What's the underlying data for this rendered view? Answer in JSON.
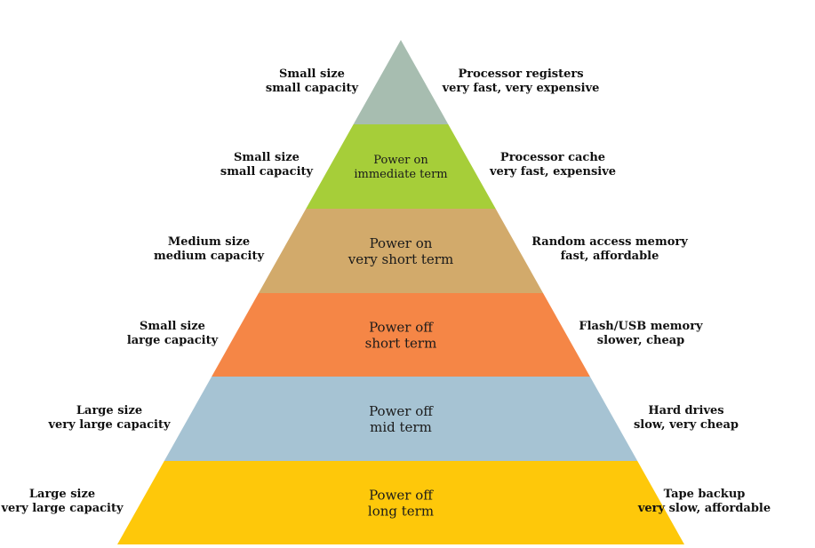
{
  "tiers": [
    {
      "name": "apex",
      "fill": "#a7bdb0",
      "line1": "",
      "line2": "",
      "left": {
        "line1": "Small size",
        "line2": "small capacity"
      },
      "right": {
        "line1": "Processor registers",
        "line2": "very fast, very expensive"
      }
    },
    {
      "name": "immediate",
      "fill": "#a6ce39",
      "line1": "Power on",
      "line2": "immediate term",
      "left": {
        "line1": "Small size",
        "line2": "small capacity"
      },
      "right": {
        "line1": "Processor cache",
        "line2": "very fast, expensive"
      }
    },
    {
      "name": "very-short",
      "fill": "#d2aa6b",
      "line1": "Power on",
      "line2": "very short term",
      "left": {
        "line1": "Medium size",
        "line2": "medium capacity"
      },
      "right": {
        "line1": "Random access memory",
        "line2": "fast, affordable"
      }
    },
    {
      "name": "short",
      "fill": "#f58646",
      "line1": "Power off",
      "line2": "short term",
      "left": {
        "line1": "Small size",
        "line2": "large capacity"
      },
      "right": {
        "line1": "Flash/USB memory",
        "line2": "slower, cheap"
      }
    },
    {
      "name": "mid",
      "fill": "#a6c3d3",
      "line1": "Power off",
      "line2": "mid term",
      "left": {
        "line1": "Large size",
        "line2": "very large capacity"
      },
      "right": {
        "line1": "Hard drives",
        "line2": "slow, very cheap"
      }
    },
    {
      "name": "long",
      "fill": "#fec80a",
      "line1": "Power off",
      "line2": "long term",
      "left": {
        "line1": "Large size",
        "line2": "very large capacity"
      },
      "right": {
        "line1": "Tape backup",
        "line2": "very slow, affordable"
      }
    }
  ]
}
